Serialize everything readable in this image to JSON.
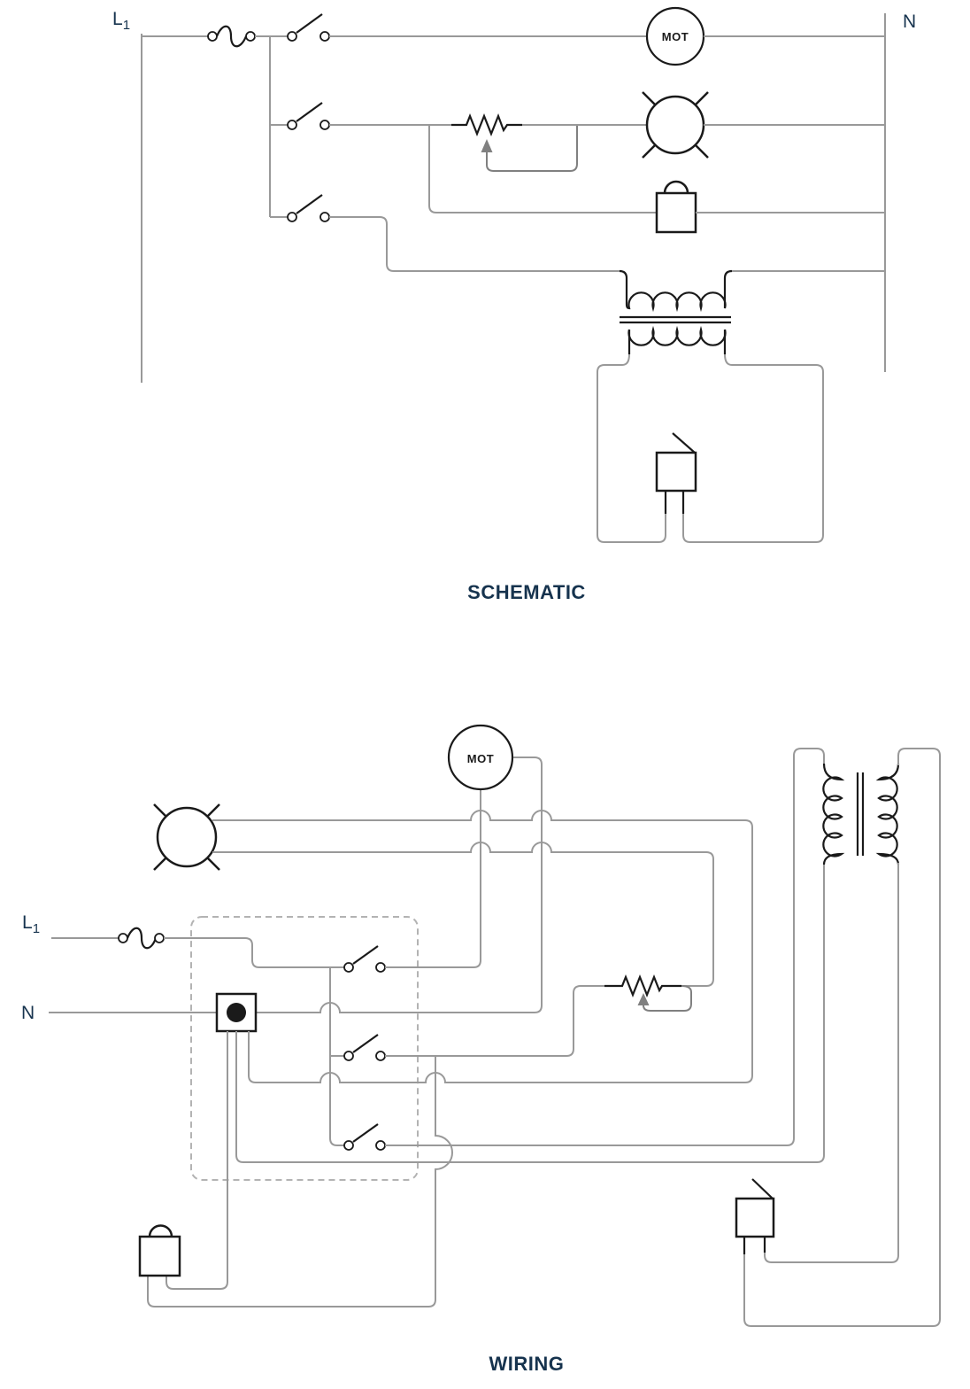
{
  "labels": {
    "schematic_title": "SCHEMATIC",
    "wiring_title": "WIRING",
    "line_letter": "L",
    "line_sub": "1",
    "neutral": "N",
    "motor": "MOT"
  },
  "colors": {
    "wire": "#999999",
    "symbol": "#1a1a1a",
    "label": "#16334e",
    "dashed_box": "#b3b3b3",
    "arrow": "#808080",
    "background": "#ffffff"
  },
  "diagram": {
    "type": "electrical-circuit",
    "sections": [
      {
        "title": "SCHEMATIC",
        "rails": [
          "L1",
          "N"
        ],
        "components": [
          "fuse",
          "switch-1",
          "switch-2",
          "switch-3",
          "motor",
          "lamp",
          "rheostat",
          "chime",
          "transformer",
          "push-button"
        ]
      },
      {
        "title": "WIRING",
        "rails": [
          "L1",
          "N"
        ],
        "components": [
          "fuse",
          "junction-box",
          "switch-1",
          "switch-2",
          "switch-3",
          "motor",
          "lamp",
          "rheostat",
          "chime",
          "transformer",
          "push-button"
        ],
        "notes": "switches grouped in dashed enclosure; wire crossovers drawn as hops"
      }
    ]
  }
}
